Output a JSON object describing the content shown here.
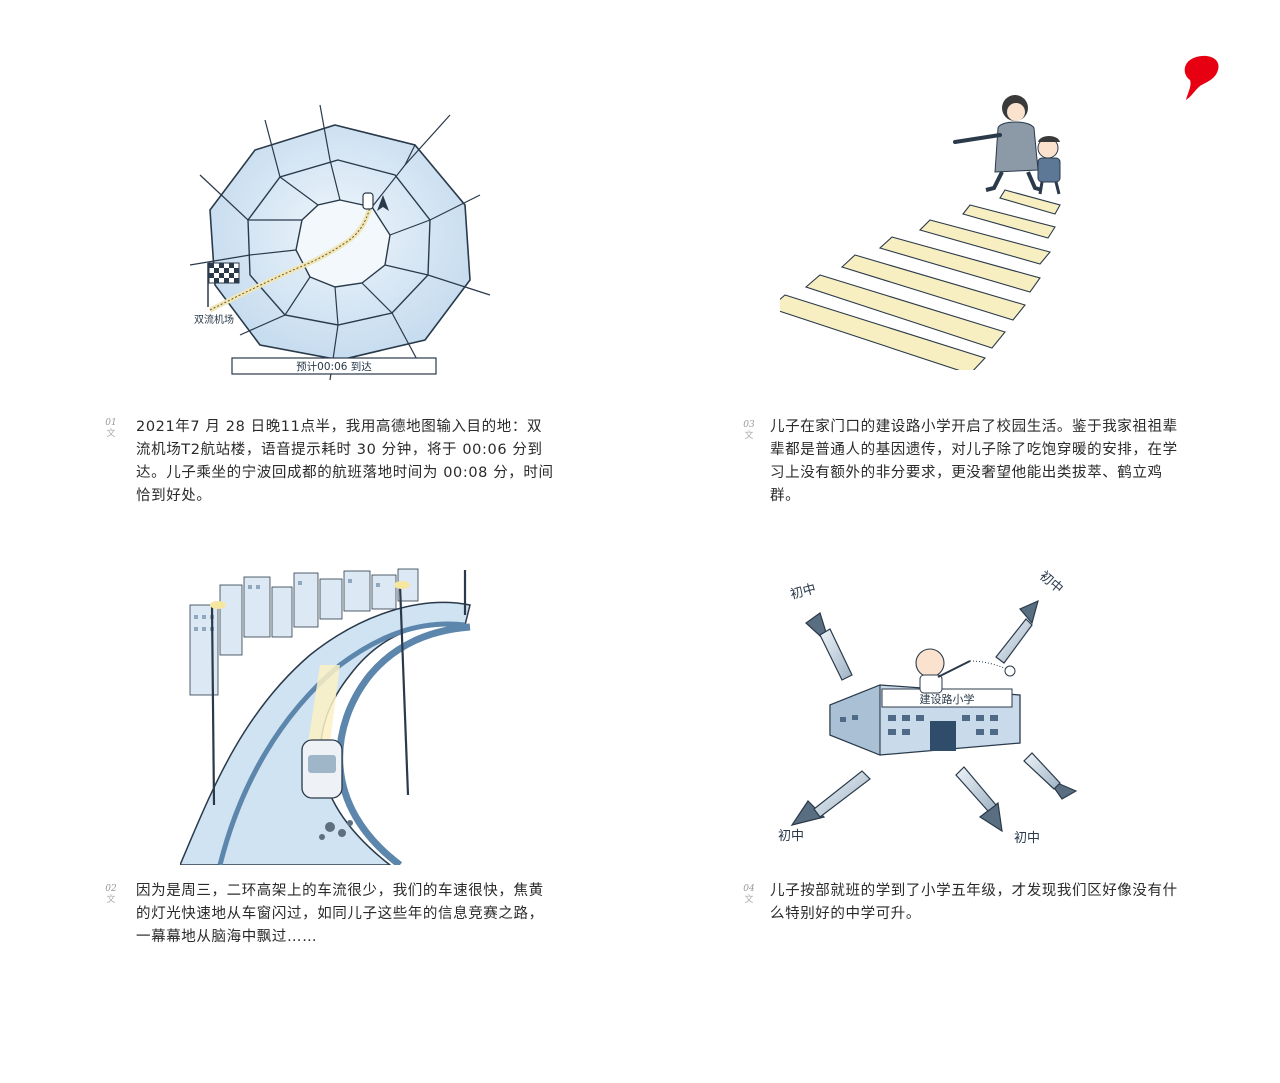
{
  "colors": {
    "accent": "#e60012",
    "road_blue": "#cfe3f2",
    "line": "#2a3a4a",
    "stripe": "#f7efc2"
  },
  "panels": [
    {
      "num": "01",
      "num_glyph": "文",
      "text": "2021年7 月 28 日晚11点半，我用高德地图输入目的地：双流机场T2航站楼，语音提示耗时 30 分钟，将于 00:06 分到达。儿子乘坐的宁波回成都的航班落地时间为 00:08 分，时间恰到好处。",
      "map_label": "双流机场",
      "eta_bar": "预计00:06 到达"
    },
    {
      "num": "03",
      "num_glyph": "文",
      "text": "儿子在家门口的建设路小学开启了校园生活。鉴于我家祖祖辈辈都是普通人的基因遗传，对儿子除了吃饱穿暖的安排，在学习上没有额外的非分要求，更没奢望他能出类拔萃、鹤立鸡群。"
    },
    {
      "num": "02",
      "num_glyph": "文",
      "text": "因为是周三，二环高架上的车流很少，我们的车速很快，焦黄的灯光快速地从车窗闪过，如同儿子这些年的信息竞赛之路，一幕幕地从脑海中飘过……"
    },
    {
      "num": "04",
      "num_glyph": "文",
      "text": "儿子按部就班的学到了小学五年级，才发现我们区好像没有什么特别好的中学可升。",
      "school_sign": "建设路小学",
      "arrow_labels": [
        "初中",
        "初中",
        "初中",
        "初中"
      ]
    }
  ]
}
